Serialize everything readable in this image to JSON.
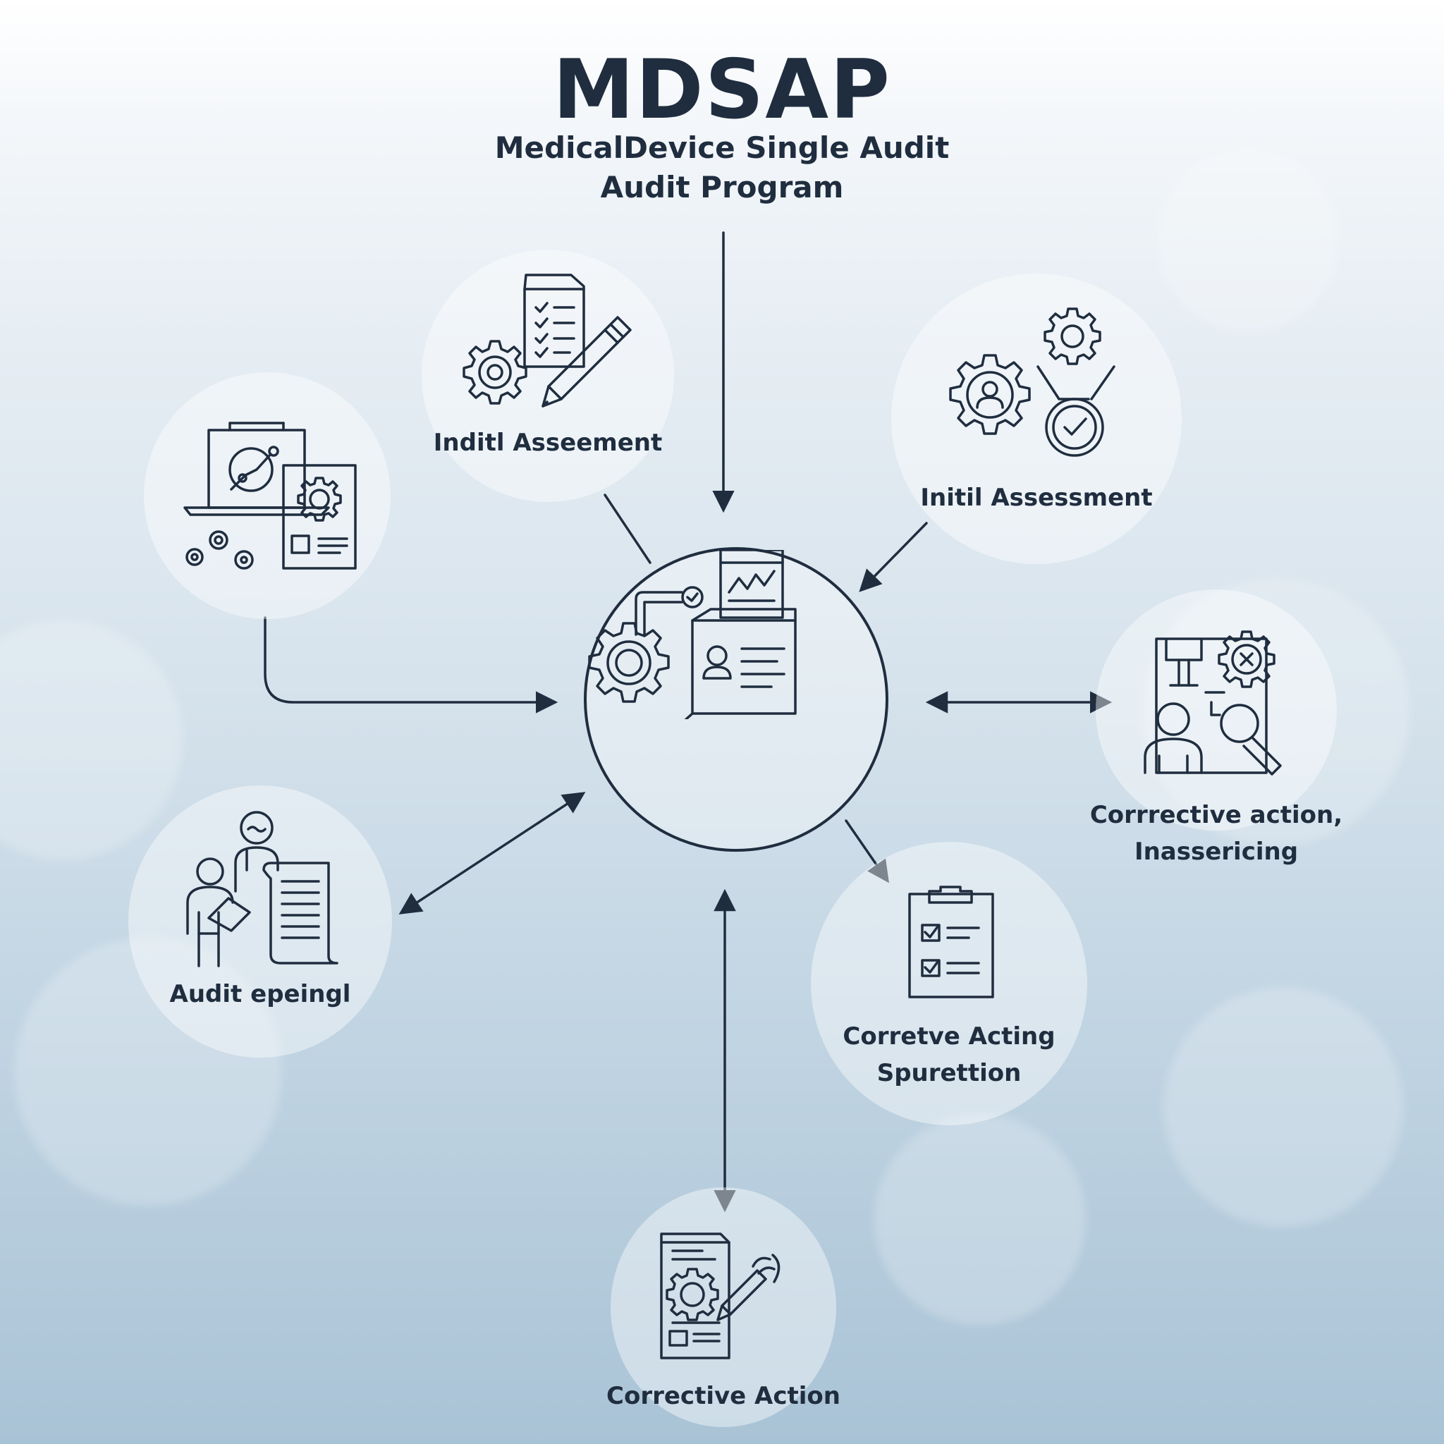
{
  "header": {
    "title": "MDSAP",
    "subtitle_line1": "MedicalDevice Single Audit",
    "subtitle_line2": "Audit Program"
  },
  "nodes": {
    "top": {
      "label": "Inditl Asseement",
      "icon": "checklist-gear-pen-icon"
    },
    "top_right": {
      "label": "Initil Assessment",
      "icon": "gears-person-badge-icon"
    },
    "left_upper": {
      "label": "",
      "icon": "laptop-chart-gear-document-icon"
    },
    "right": {
      "label_line1": "Corrrective action,",
      "label_line2": "Inassericing",
      "icon": "machine-person-magnifier-icon"
    },
    "left_lower": {
      "label": "Audit epeingl",
      "icon": "people-scroll-document-icon"
    },
    "lower_right": {
      "label_line1": "Corretve Acting",
      "label_line2": "Spurettion",
      "icon": "clipboard-checklist-icon"
    },
    "bottom": {
      "label": "Corrective Action",
      "icon": "document-gear-pen-icon"
    },
    "hub": {
      "icon": "gear-dashboard-profile-icon"
    }
  },
  "colors": {
    "ink": "#1f2d3f",
    "background_top": "#ffffff",
    "background_bottom": "#a9c3d6",
    "node_fill": "rgba(255,255,255,0.42)"
  }
}
